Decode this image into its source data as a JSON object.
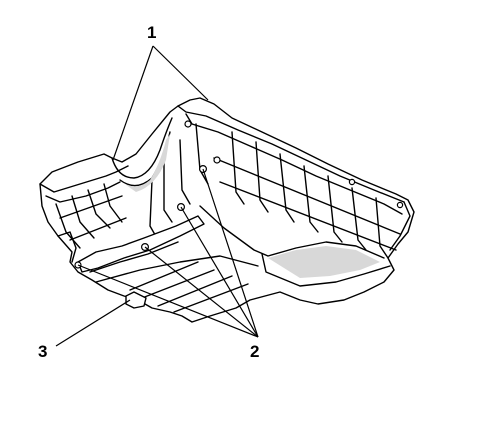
{
  "callouts": [
    {
      "id": "1",
      "text": "1"
    },
    {
      "id": "2",
      "text": "2"
    },
    {
      "id": "3",
      "text": "3"
    }
  ],
  "colors": {
    "line": "#000000",
    "background": "#ffffff",
    "shade": "#d8d8d8"
  }
}
